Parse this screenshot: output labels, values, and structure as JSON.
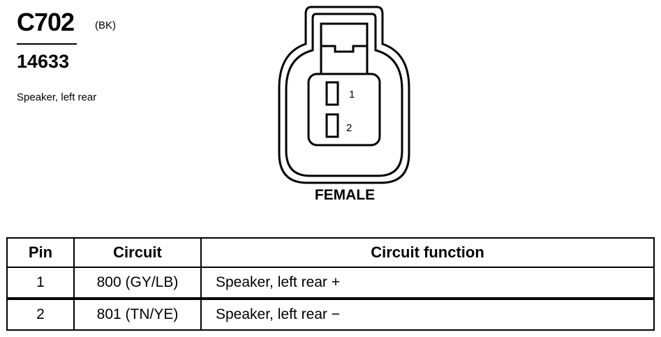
{
  "connector": {
    "id": "C702",
    "color_code": "(BK)",
    "part_number": "14633",
    "description": "Speaker, left rear",
    "gender": "FEMALE",
    "pin_labels": [
      "1",
      "2"
    ]
  },
  "table": {
    "headers": [
      "Pin",
      "Circuit",
      "Circuit function"
    ],
    "rows": [
      {
        "pin": "1",
        "circuit": "800 (GY/LB)",
        "function": "Speaker, left rear +"
      },
      {
        "pin": "2",
        "circuit": "801 (TN/YE)",
        "function": "Speaker, left rear −"
      }
    ]
  }
}
